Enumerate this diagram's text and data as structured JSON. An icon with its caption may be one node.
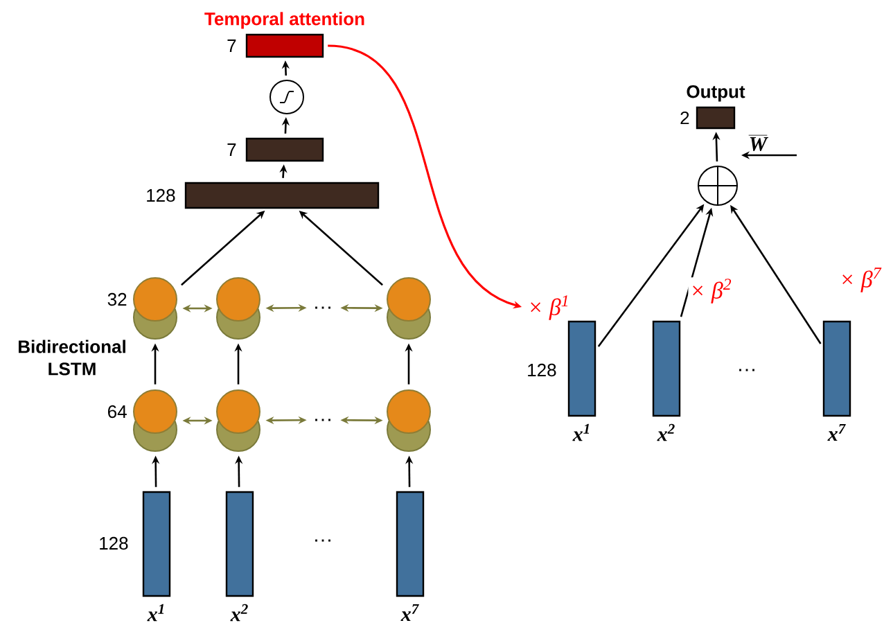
{
  "diagram": {
    "nodes": [
      {
        "text": [
          "Temporal attention"
        ],
        "beside": [
          "7"
        ]
      },
      {
        "text": [],
        "shape": "circle"
      },
      {
        "text": [],
        "shape": "box",
        "beside": [
          "7"
        ]
      },
      {
        "text": [],
        "shape": "box",
        "beside": [
          "128"
        ]
      },
      {
        "text": [],
        "shape": "circle",
        "beside": [
          "32"
        ]
      },
      {
        "text": [],
        "shape": "circle"
      },
      {
        "text": [
          "…"
        ]
      },
      {
        "text": [],
        "shape": "circle"
      },
      {
        "text": [],
        "shape": "circle",
        "beside": [
          "64"
        ]
      },
      {
        "text": [],
        "shape": "circle"
      },
      {
        "text": [
          "…"
        ]
      },
      {
        "text": [],
        "shape": "circle"
      },
      {
        "text": [],
        "shape": "bar",
        "beside": [
          "128",
          "x$^{1}$"
        ]
      },
      {
        "text": [],
        "shape": "bar",
        "beside": [
          "x$^{2}$"
        ]
      },
      {
        "text": [],
        "shape": "bar",
        "beside": [
          "x$^{7}$"
        ]
      },
      {
        "text": [
          "Output"
        ],
        "beside": [
          "2"
        ]
      },
      {
        "text": [],
        "shape": "circle"
      },
      {
        "text": [
          "× β$^{1}$"
        ]
      },
      {
        "text": [],
        "shape": "bar",
        "beside": [
          "128",
          "x$^{1}$"
        ]
      },
      {
        "text": [],
        "shape": "bar",
        "beside": [
          "x$^{2}$"
        ]
      },
      {
        "text": [],
        "shape": "bar",
        "beside": [
          "x$^{7}$"
        ]
      }
    ],
    "edges": [
      {
        "from": 12,
        "to": 8,
        "arrow": "to"
      },
      {
        "from": 13,
        "to": 9,
        "arrow": "to"
      },
      {
        "from": 14,
        "to": 11,
        "arrow": "to"
      },
      {
        "from": 8,
        "to": 4,
        "arrow": "to"
      },
      {
        "from": 9,
        "to": 5,
        "arrow": "to"
      },
      {
        "from": 11,
        "to": 7,
        "arrow": "to"
      },
      {
        "from": 8,
        "to": 9,
        "arrow": "both",
        "color": "#7a7a3a"
      },
      {
        "from": 9,
        "to": 10,
        "arrow": "both",
        "color": "#7a7a3a"
      },
      {
        "from": 10,
        "to": 11,
        "arrow": "both",
        "color": "#7a7a3a"
      },
      {
        "from": 4,
        "to": 5,
        "arrow": "both",
        "color": "#7a7a3a"
      },
      {
        "from": 5,
        "to": 6,
        "arrow": "both",
        "color": "#7a7a3a"
      },
      {
        "from": 6,
        "to": 7,
        "arrow": "both",
        "color": "#7a7a3a"
      },
      {
        "from": 4,
        "to": 3,
        "arrow": "to"
      },
      {
        "from": 7,
        "to": 3,
        "arrow": "to"
      },
      {
        "from": 3,
        "to": 2,
        "arrow": "to"
      },
      {
        "from": 2,
        "to": 1,
        "arrow": "to"
      },
      {
        "from": 1,
        "to": 0,
        "arrow": "to"
      },
      {
        "from": 0,
        "to": 17,
        "arrow": "to",
        "color": "#ff0000"
      },
      {
        "from": 18,
        "to": 16,
        "arrow": "to"
      },
      {
        "from": 19,
        "to": 16,
        "arrow": "to",
        "label": "× β$^{2}$"
      },
      {
        "from": 20,
        "to": 16,
        "arrow": "to",
        "label": "× β$^{7}$"
      },
      {
        "from": 16,
        "to": 15,
        "arrow": "to"
      }
    ],
    "labels": [
      "Bidirectional LSTM",
      "…",
      "…",
      "W"
    ]
  }
}
